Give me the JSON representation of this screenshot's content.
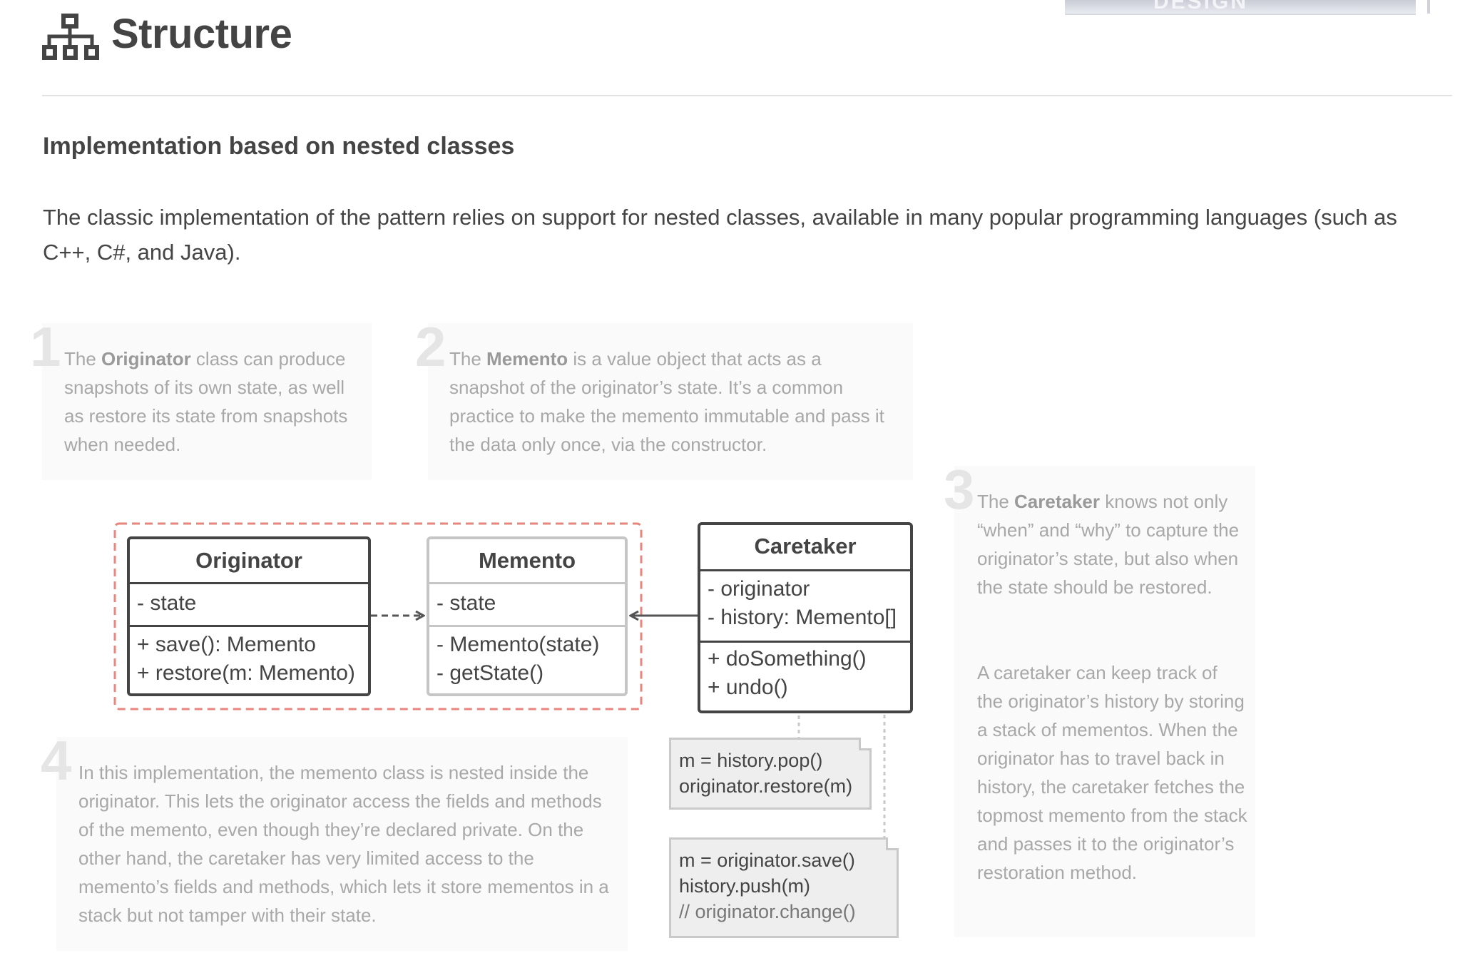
{
  "banner_text": "DESIGN",
  "header": {
    "title": "Structure",
    "icon": "sitemap-icon"
  },
  "section": {
    "subheading": "Implementation based on nested classes",
    "intro": "The classic implementation of the pattern relies on support for nested classes, available in many popular programming languages (such as C++, C#, and Java)."
  },
  "notes": [
    {
      "number": "1",
      "before": "The ",
      "bold": "Originator",
      "after": " class can produce snapshots of its own state, as well as restore its state from snapshots when needed."
    },
    {
      "number": "2",
      "before": "The ",
      "bold": "Memento",
      "after": " is a value object that acts as a snapshot of the originator’s state. It’s a common practice to make the memento immutable and pass it the data only once, via the constructor."
    },
    {
      "number": "3",
      "before": "The ",
      "bold": "Caretaker",
      "after": " knows not only “when” and “why” to capture the originator’s state, but also when the state should be restored.",
      "para2": "A caretaker can keep track of the originator’s history by storing a stack of mementos. When the originator has to travel back in history, the caretaker fetches the topmost memento from the stack and passes it to the originator’s restoration method."
    },
    {
      "number": "4",
      "text": "In this implementation, the memento class is nested inside the originator. This lets the originator access the fields and methods of the memento, even though they’re declared private. On the other hand, the caretaker has very limited access to the memento’s fields and methods, which lets it store mementos in a stack but not tamper with their state."
    }
  ],
  "diagram": {
    "originator": {
      "name": "Originator",
      "fields": [
        "- state"
      ],
      "methods": [
        "+ save(): Memento",
        "+ restore(m: Memento)"
      ]
    },
    "memento": {
      "name": "Memento",
      "fields": [
        "- state"
      ],
      "methods": [
        "- Memento(state)",
        "- getState()"
      ]
    },
    "caretaker": {
      "name": "Caretaker",
      "fields": [
        "- originator",
        "- history: Memento[]"
      ],
      "methods": [
        "+ doSomething()",
        "+ undo()"
      ]
    },
    "undo_code": [
      "m = history.pop()",
      "originator.restore(m)"
    ],
    "do_code": [
      "m = originator.save()",
      "history.push(m)",
      "// originator.change()"
    ],
    "colors": {
      "nesting_border": "#e8857c",
      "dark_border": "#444444",
      "light_border": "#c6c6c6"
    }
  }
}
